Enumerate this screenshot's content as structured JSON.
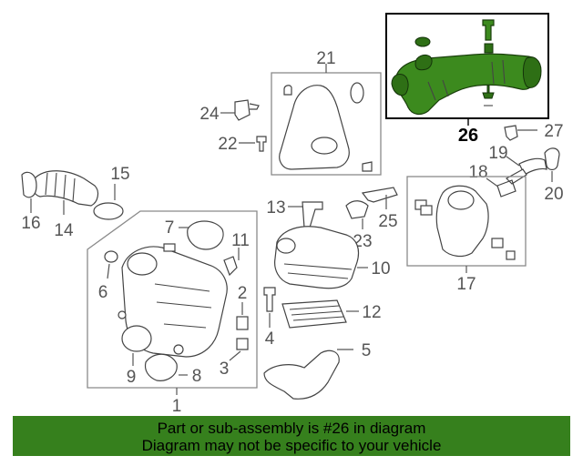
{
  "diagram": {
    "callouts": [
      "1",
      "2",
      "3",
      "4",
      "5",
      "6",
      "7",
      "8",
      "9",
      "10",
      "11",
      "12",
      "13",
      "14",
      "15",
      "16",
      "17",
      "18",
      "19",
      "20",
      "21",
      "22",
      "23",
      "24",
      "25",
      "26",
      "27"
    ],
    "highlighted_part": "26",
    "colors": {
      "highlight": "#3c8a1e",
      "banner": "#36801d",
      "line": "#555555"
    }
  },
  "banner": {
    "line1": "Part or sub-assembly is #26 in diagram",
    "line2": "Diagram may not be specific to your vehicle"
  }
}
